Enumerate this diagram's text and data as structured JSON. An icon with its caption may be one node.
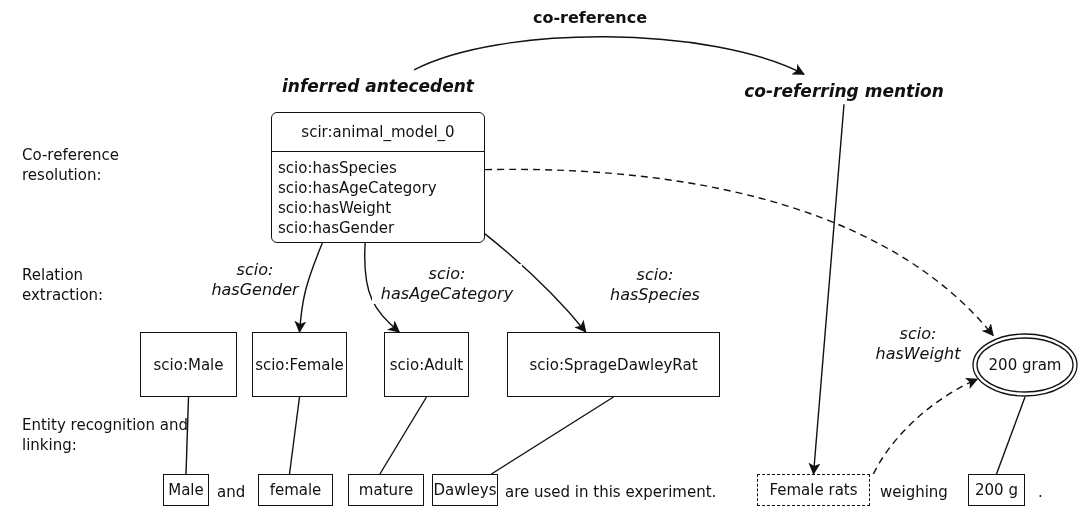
{
  "diagram": {
    "nodes": [
      {
        "text": [
          "inferred antecedent"
        ]
      },
      {
        "text": [
          "co-referring mention"
        ]
      },
      {
        "text": [
          "scir:animal_model_0",
          "scio:hasSpecies",
          "scio:hasAgeCategory",
          "scio:hasWeight",
          "scio:hasGender"
        ]
      },
      {
        "text": [
          "scio:Male"
        ]
      },
      {
        "text": [
          "scio:Female"
        ]
      },
      {
        "text": [
          "scio:Adult"
        ]
      },
      {
        "text": [
          "scio:SprageDawleyRat"
        ]
      },
      {
        "text": [
          "200 gram"
        ]
      },
      {
        "text": [
          "Male"
        ]
      },
      {
        "text": [
          "female"
        ]
      },
      {
        "text": [
          "mature"
        ]
      },
      {
        "text": [
          "Dawleys"
        ]
      },
      {
        "text": [
          "Female rats"
        ]
      },
      {
        "text": [
          "200 g"
        ]
      }
    ],
    "edges": [
      {
        "from": 0,
        "to": 1,
        "arrow": "to",
        "label": "co-reference"
      },
      {
        "from": 1,
        "to": 12,
        "arrow": "to"
      },
      {
        "from": 2,
        "to": 4,
        "arrow": "to",
        "label": "scio: hasGender"
      },
      {
        "from": 2,
        "to": 5,
        "arrow": "to",
        "label": "scio: hasAgeCategory"
      },
      {
        "from": 2,
        "to": 6,
        "arrow": "to",
        "label": "scio: hasSpecies"
      },
      {
        "from": 2,
        "to": 7,
        "arrow": "to",
        "style": "dashed"
      },
      {
        "from": 12,
        "to": 7,
        "arrow": "to",
        "style": "dashed",
        "label": "scio: hasWeight"
      },
      {
        "from": 3,
        "to": 8,
        "arrow": "none"
      },
      {
        "from": 4,
        "to": 9,
        "arrow": "none"
      },
      {
        "from": 5,
        "to": 10,
        "arrow": "none"
      },
      {
        "from": 6,
        "to": 11,
        "arrow": "none"
      },
      {
        "from": 7,
        "to": 13,
        "arrow": "none"
      }
    ],
    "labels": [
      "Co-reference resolution:",
      "Relation extraction:",
      "Entity recognition and linking:",
      "and",
      "are used in this experiment.",
      "weighing",
      "."
    ]
  }
}
